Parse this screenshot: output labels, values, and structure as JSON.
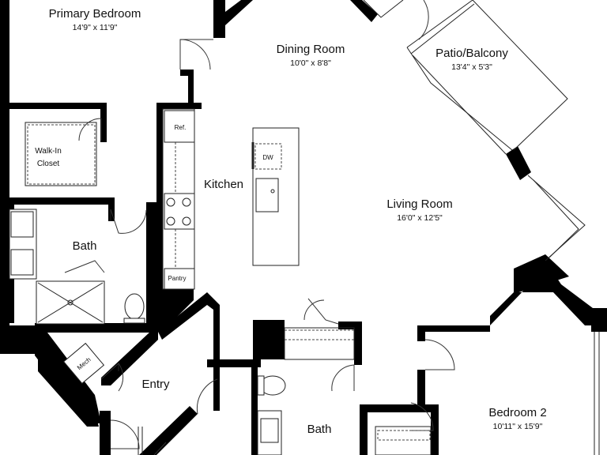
{
  "rooms": {
    "primary_bedroom": {
      "name": "Primary Bedroom",
      "dim": "14'9\" x 11'9\""
    },
    "dining_room": {
      "name": "Dining Room",
      "dim": "10'0\" x 8'8\""
    },
    "patio": {
      "name": "Patio/Balcony",
      "dim": "13'4\" x 5'3\""
    },
    "walk_in_closet": {
      "line1": "Walk-In",
      "line2": "Closet"
    },
    "kitchen": {
      "name": "Kitchen"
    },
    "living_room": {
      "name": "Living Room",
      "dim": "16'0\" x 12'5\""
    },
    "bath_primary": {
      "name": "Bath"
    },
    "entry": {
      "name": "Entry"
    },
    "bath_2": {
      "name": "Bath"
    },
    "bedroom_2": {
      "name": "Bedroom 2",
      "dim": "10'11\" x 15'9\""
    }
  },
  "fixtures": {
    "refrigerator": "Ref.",
    "dishwasher": "DW",
    "pantry": "Pantry",
    "mechanical": "Mech"
  }
}
